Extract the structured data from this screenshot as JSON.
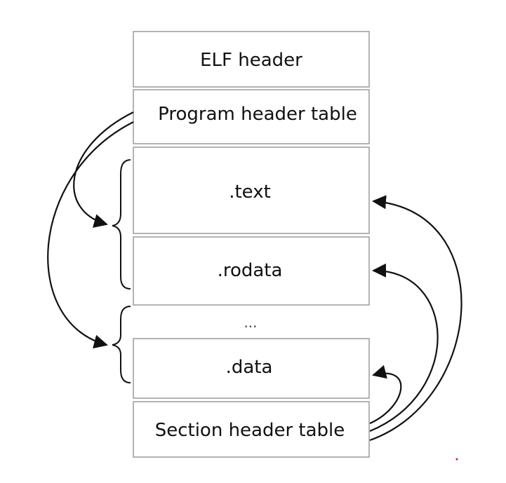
{
  "sections": {
    "elf_header": "ELF header",
    "program_header_table": "Program header table",
    "text": ".text",
    "rodata": ".rodata",
    "ellipsis": "...",
    "data": ".data",
    "section_header_table": "Section header table"
  },
  "colors": {
    "box_border": "#9a9a9a",
    "arrow": "#111111",
    "text": "#111111"
  }
}
